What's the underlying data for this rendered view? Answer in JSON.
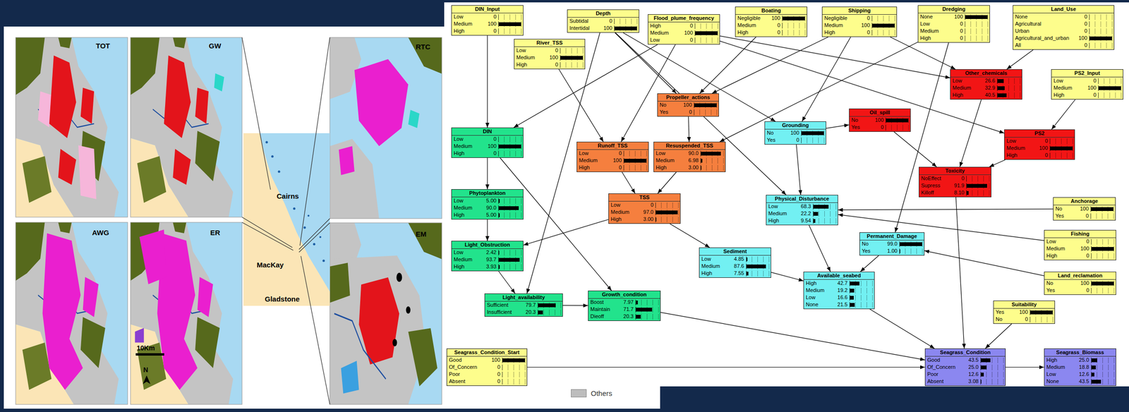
{
  "diagram": {
    "nodes": [
      {
        "text": [
          "DIN_Input",
          "Low",
          "0",
          "Medium",
          "100",
          "High",
          "0"
        ]
      },
      {
        "text": [
          "Depth",
          "Subtidal",
          "0",
          "Intertidal",
          "100"
        ]
      },
      {
        "text": [
          "Flood_plume_frequency",
          "High",
          "0",
          "Medium",
          "100",
          "Low",
          "0"
        ]
      },
      {
        "text": [
          "Boating",
          "Negligible",
          "100",
          "Medium",
          "0",
          "High",
          "0"
        ]
      },
      {
        "text": [
          "Shipping",
          "Negligible",
          "0",
          "Medium",
          "100",
          "High",
          "0"
        ]
      },
      {
        "text": [
          "Dredging",
          "None",
          "100",
          "Low",
          "0",
          "Medium",
          "0",
          "High",
          "0"
        ]
      },
      {
        "text": [
          "Land_Use",
          "None",
          "0",
          "Agricultural",
          "0",
          "Urban",
          "0",
          "Agricultural_and_urban",
          "100",
          "All",
          "0"
        ]
      },
      {
        "text": [
          "River_TSS",
          "Low",
          "0",
          "Medium",
          "100",
          "High",
          "0"
        ]
      },
      {
        "text": [
          "Other_chemicals",
          "Low",
          "26.6",
          "Medium",
          "32.9",
          "High",
          "40.5"
        ]
      },
      {
        "text": [
          "PS2_Input",
          "Low",
          "0",
          "Medium",
          "100",
          "High",
          "0"
        ]
      },
      {
        "text": [
          "Propeller_actions",
          "No",
          "100",
          "Yes",
          "0"
        ]
      },
      {
        "text": [
          "Oil_spill",
          "No",
          "100",
          "Yes",
          "0"
        ]
      },
      {
        "text": [
          "Grounding",
          "No",
          "100",
          "Yes",
          "0"
        ]
      },
      {
        "text": [
          "PS2",
          "Low",
          "0",
          "Medium",
          "100",
          "High",
          "0"
        ]
      },
      {
        "text": [
          "DIN",
          "Low",
          "0",
          "Medium",
          "100",
          "High",
          "0"
        ]
      },
      {
        "text": [
          "Runoff_TSS",
          "Low",
          "0",
          "Medium",
          "100",
          "High",
          "0"
        ]
      },
      {
        "text": [
          "Resuspended_TSS",
          "Low",
          "90.0",
          "Medium",
          "6.98",
          "High",
          "3.00"
        ]
      },
      {
        "text": [
          "Toxicity",
          "NoEffect",
          "0",
          "Supress",
          "91.9",
          "Killoff",
          "8.10"
        ]
      },
      {
        "text": [
          "Phytoplankton",
          "Low",
          "5.00",
          "Medium",
          "90.0",
          "High",
          "5.00"
        ]
      },
      {
        "text": [
          "TSS",
          "Low",
          "0",
          "Medium",
          "97.0",
          "High",
          "3.00"
        ]
      },
      {
        "text": [
          "Anchorage",
          "No",
          "100",
          "Yes",
          "0"
        ]
      },
      {
        "text": [
          "Physical_Disturbance",
          "Low",
          "68.3",
          "Medium",
          "22.2",
          "High",
          "9.54"
        ]
      },
      {
        "text": [
          "Fishing",
          "Low",
          "0",
          "Medium",
          "100",
          "High",
          "0"
        ]
      },
      {
        "text": [
          "Permanent_Damage",
          "No",
          "99.0",
          "Yes",
          "1.00"
        ]
      },
      {
        "text": [
          "Light_Obstruction",
          "Low",
          "2.42",
          "Medium",
          "93.7",
          "High",
          "3.93"
        ]
      },
      {
        "text": [
          "Sediment",
          "Low",
          "4.85",
          "Medium",
          "87.6",
          "High",
          "7.55"
        ]
      },
      {
        "text": [
          "Land_reclamation",
          "No",
          "100",
          "Yes",
          "0"
        ]
      },
      {
        "text": [
          "Available_seabed",
          "High",
          "42.7",
          "Medium",
          "19.2",
          "Low",
          "16.6",
          "None",
          "21.5"
        ]
      },
      {
        "text": [
          "Suitability",
          "Yes",
          "100",
          "No",
          "0"
        ]
      },
      {
        "text": [
          "Light_availability",
          "Sufficient",
          "79.7",
          "Insufficient",
          "20.3"
        ]
      },
      {
        "text": [
          "Growth_condition",
          "Boost",
          "7.97",
          "Maintain",
          "71.7",
          "Dieoff",
          "20.3"
        ]
      },
      {
        "text": [
          "Seagrass_Condition_Start",
          "Good",
          "100",
          "Of_Concern",
          "0",
          "Poor",
          "0",
          "Absent",
          "0"
        ]
      },
      {
        "text": [
          "Seagrass_Condition",
          "Good",
          "43.5",
          "Of_Concern",
          "25.0",
          "Poor",
          "12.6",
          "Absent",
          "3.08"
        ]
      },
      {
        "text": [
          "Seagrass_Biomass",
          "High",
          "25.0",
          "Medium",
          "18.8",
          "Low",
          "12.6",
          "None",
          "43.5"
        ]
      }
    ],
    "edges": [
      {
        "from": 0,
        "to": 14,
        "arrow": "to"
      },
      {
        "from": 1,
        "to": 29,
        "arrow": "to"
      },
      {
        "from": 1,
        "to": 10,
        "arrow": "to"
      },
      {
        "from": 1,
        "to": 12,
        "arrow": "to"
      },
      {
        "from": 1,
        "to": 21,
        "arrow": "to"
      },
      {
        "from": 2,
        "to": 14,
        "arrow": "to"
      },
      {
        "from": 2,
        "to": 15,
        "arrow": "to"
      },
      {
        "from": 2,
        "to": 8,
        "arrow": "to"
      },
      {
        "from": 2,
        "to": 13,
        "arrow": "to"
      },
      {
        "from": 3,
        "to": 10,
        "arrow": "to"
      },
      {
        "from": 4,
        "to": 10,
        "arrow": "to"
      },
      {
        "from": 4,
        "to": 12,
        "arrow": "to"
      },
      {
        "from": 4,
        "to": 8,
        "arrow": "to"
      },
      {
        "from": 5,
        "to": 16,
        "arrow": "to"
      },
      {
        "from": 5,
        "to": 23,
        "arrow": "to"
      },
      {
        "from": 6,
        "to": 8,
        "arrow": "to"
      },
      {
        "from": 9,
        "to": 13,
        "arrow": "to"
      },
      {
        "from": 8,
        "to": 17,
        "arrow": "to"
      },
      {
        "from": 13,
        "to": 17,
        "arrow": "to"
      },
      {
        "from": 11,
        "to": 17,
        "arrow": "to"
      },
      {
        "from": 12,
        "to": 11,
        "arrow": "to"
      },
      {
        "from": 12,
        "to": 21,
        "arrow": "to"
      },
      {
        "from": 10,
        "to": 16,
        "arrow": "to"
      },
      {
        "from": 7,
        "to": 15,
        "arrow": "to"
      },
      {
        "from": 15,
        "to": 19,
        "arrow": "to"
      },
      {
        "from": 16,
        "to": 19,
        "arrow": "to"
      },
      {
        "from": 19,
        "to": 24,
        "arrow": "to"
      },
      {
        "from": 19,
        "to": 25,
        "arrow": "to"
      },
      {
        "from": 25,
        "to": 27,
        "arrow": "to"
      },
      {
        "from": 21,
        "to": 27,
        "arrow": "to"
      },
      {
        "from": 23,
        "to": 27,
        "arrow": "to"
      },
      {
        "from": 20,
        "to": 21,
        "arrow": "to"
      },
      {
        "from": 22,
        "to": 21,
        "arrow": "to"
      },
      {
        "from": 26,
        "to": 23,
        "arrow": "to"
      },
      {
        "from": 27,
        "to": 32,
        "arrow": "to"
      },
      {
        "from": 28,
        "to": 32,
        "arrow": "to"
      },
      {
        "from": 17,
        "to": 32,
        "arrow": "to"
      },
      {
        "from": 30,
        "to": 32,
        "arrow": "to"
      },
      {
        "from": 31,
        "to": 32,
        "arrow": "to"
      },
      {
        "from": 32,
        "to": 33,
        "arrow": "to"
      },
      {
        "from": 14,
        "to": 18,
        "arrow": "to"
      },
      {
        "from": 18,
        "to": 24,
        "arrow": "to"
      },
      {
        "from": 24,
        "to": 29,
        "arrow": "to"
      },
      {
        "from": 29,
        "to": 30,
        "arrow": "to"
      },
      {
        "from": 14,
        "to": 30,
        "arrow": "to"
      }
    ],
    "labels": [
      "TOT",
      "GW",
      "RTC",
      "AWG",
      "ER",
      "EM",
      "Cairns",
      "MacKay",
      "Gladstone",
      "10Km",
      "N"
    ],
    "legend": [
      {
        "text": "Others",
        "color": "#bdbdbd"
      }
    ]
  }
}
